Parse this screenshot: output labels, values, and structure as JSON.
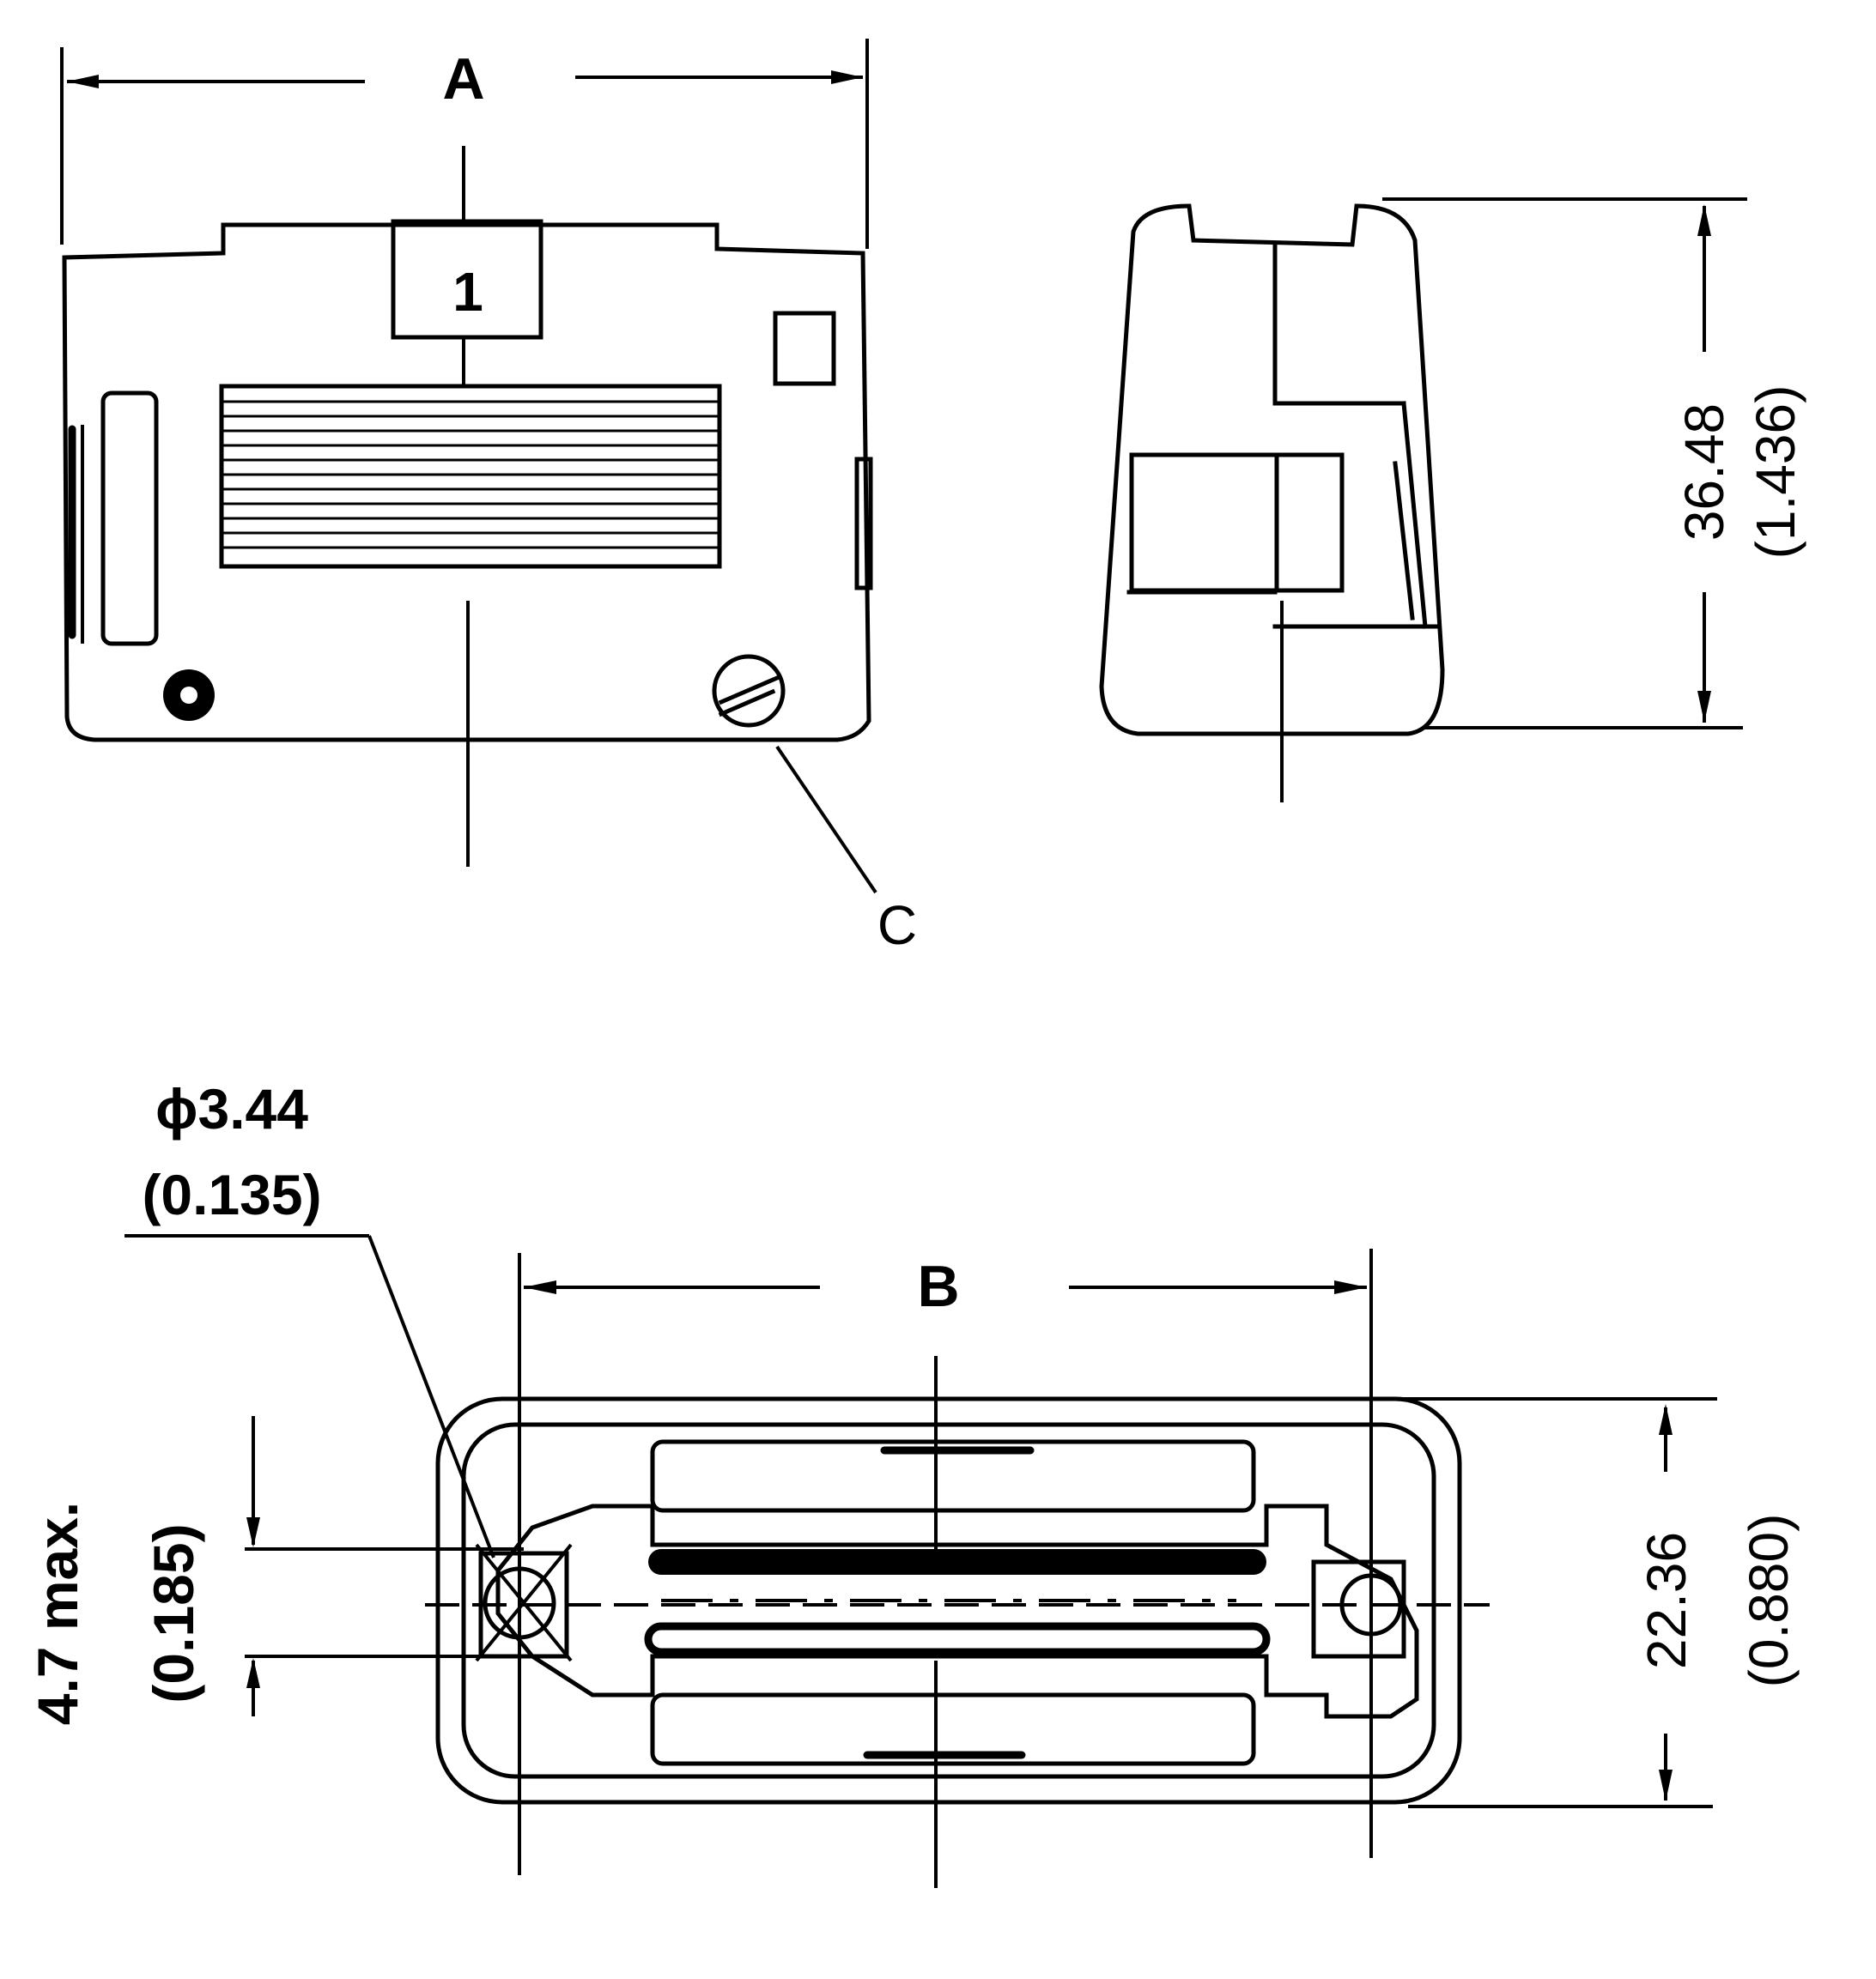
{
  "labels": {
    "A": "A",
    "B": "B",
    "C": "C",
    "pin_marker": "1"
  },
  "dimensions": {
    "height_mm": "36.48",
    "height_in": "(1.436)",
    "width_mm": "22.36",
    "width_in": "(0.880)",
    "hole_dia_mm": "ϕ3.44",
    "hole_dia_in": "(0.135)",
    "thickness_mm": "4.7 max.",
    "thickness_in": "(0.185)"
  }
}
